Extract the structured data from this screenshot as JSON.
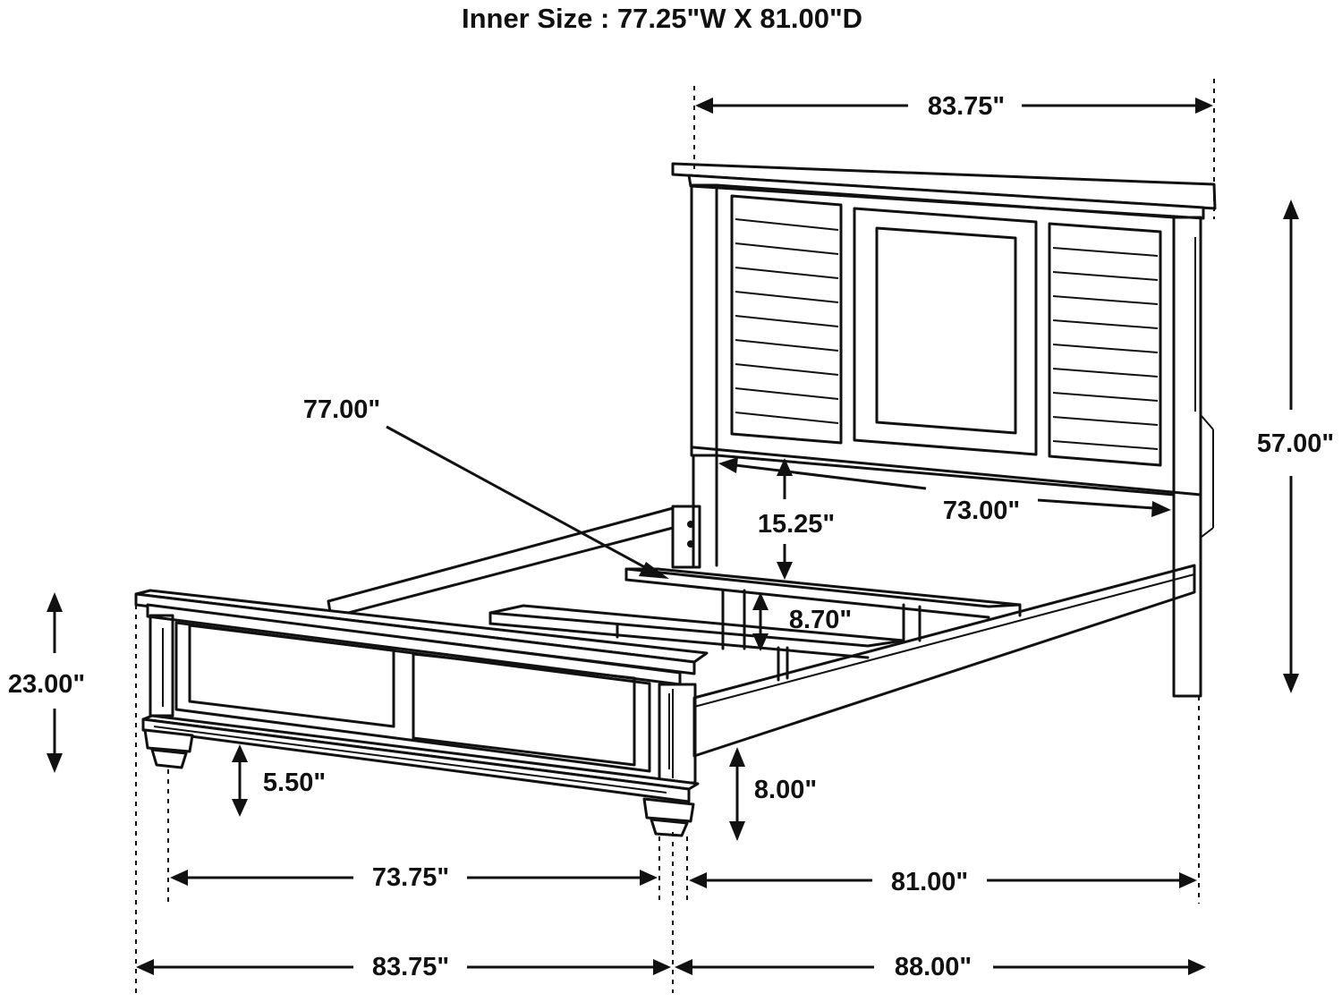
{
  "title": "Inner Size : 77.25\"W X 81.00\"D",
  "dimensions": {
    "headboard_width": "83.75\"",
    "headboard_height": "57.00\"",
    "rail_length": "77.00\"",
    "inner_width": "73.00\"",
    "headboard_clearance": "15.25\"",
    "slat_height": "8.70\"",
    "footboard_height": "23.00\"",
    "foot_clearance": "5.50\"",
    "rail_clearance": "8.00\"",
    "footboard_inner_width": "73.75\"",
    "inner_length": "81.00\"",
    "overall_width": "83.75\"",
    "overall_length": "88.00\""
  },
  "colors": {
    "ink": "#111111",
    "background": "#ffffff"
  }
}
